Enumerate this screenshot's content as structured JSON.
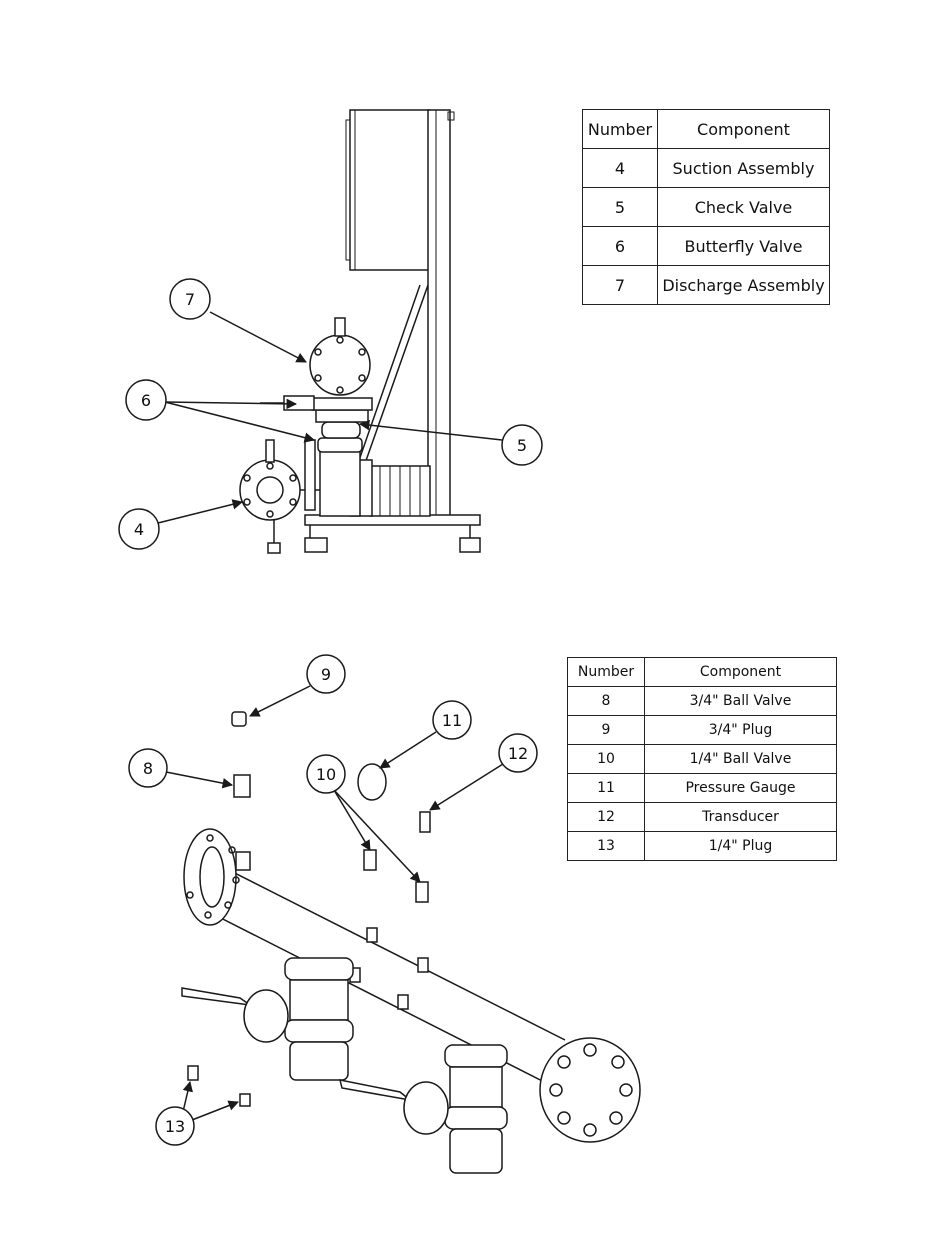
{
  "table_top": {
    "headers": [
      "Number",
      "Component"
    ],
    "rows": [
      [
        "4",
        "Suction Assembly"
      ],
      [
        "5",
        "Check Valve"
      ],
      [
        "6",
        "Butterfly Valve"
      ],
      [
        "7",
        "Discharge Assembly"
      ]
    ]
  },
  "table_bottom": {
    "headers": [
      "Number",
      "Component"
    ],
    "rows": [
      [
        "8",
        "3/4\" Ball Valve"
      ],
      [
        "9",
        "3/4\" Plug"
      ],
      [
        "10",
        "1/4\" Ball Valve"
      ],
      [
        "11",
        "Pressure Gauge"
      ],
      [
        "12",
        "Transducer"
      ],
      [
        "13",
        "1/4\" Plug"
      ]
    ]
  },
  "callouts_top": [
    "7",
    "6",
    "5",
    "4"
  ],
  "callouts_bottom": [
    "9",
    "8",
    "11",
    "10",
    "12",
    "13"
  ]
}
